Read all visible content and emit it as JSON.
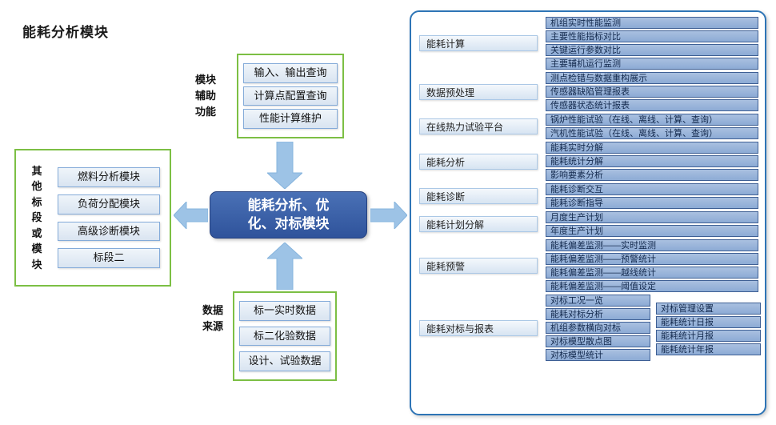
{
  "title": "能耗分析模块",
  "center": {
    "label": "能耗分析、优化、对标模块"
  },
  "aux": {
    "label": "模块辅助功能",
    "items": [
      "输入、输出查询",
      "计算点配置查询",
      "性能计算维护"
    ]
  },
  "other": {
    "label": "其他标段或模块",
    "items": [
      "燃料分析模块",
      "负荷分配模块",
      "高级诊断模块",
      "标段二"
    ]
  },
  "source": {
    "label": "数据来源",
    "items": [
      "标一实时数据",
      "标二化验数据",
      "设计、试验数据"
    ]
  },
  "panel": {
    "groups": [
      {
        "category": "能耗计算",
        "items": [
          "机组实时性能监测",
          "主要性能指标对比",
          "关键运行参数对比",
          "主要辅机运行监测"
        ]
      },
      {
        "category": "数据预处理",
        "items": [
          "测点检错与数据重构展示",
          "传感器缺陷管理报表",
          "传感器状态统计报表"
        ]
      },
      {
        "category": "在线热力试验平台",
        "items": [
          "锅炉性能试验（在线、离线、计算、查询）",
          "汽机性能试验（在线、离线、计算、查询）"
        ]
      },
      {
        "category": "能耗分析",
        "items": [
          "能耗实时分解",
          "能耗统计分解",
          "影响要素分析"
        ]
      },
      {
        "category": "能耗诊断",
        "items": [
          "能耗诊断交互",
          "能耗诊断指导"
        ]
      },
      {
        "category": "能耗计划分解",
        "items": [
          "月度生产计划",
          "年度生产计划"
        ]
      },
      {
        "category": "能耗预警",
        "items": [
          "能耗偏差监测——实时监测",
          "能耗偏差监测——预警统计",
          "能耗偏差监测——越线统计",
          "能耗偏差监测——阈值设定"
        ]
      },
      {
        "category": "能耗对标与报表",
        "items": [
          "对标工况一览",
          "能耗对标分析",
          "机组参数横向对标",
          "对标模型散点图",
          "对标模型统计"
        ],
        "items2": [
          "对标管理设置",
          "能耗统计日报",
          "能耗统计月报",
          "能耗统计年报"
        ]
      }
    ]
  },
  "colors": {
    "green_border": "#7cbf44",
    "panel_border": "#2e75b6",
    "arrow": "#9dc3e6",
    "center_bg": "#3a62a8",
    "item_bg": "#95b3d7",
    "category_bg": "#dbe6f2"
  }
}
